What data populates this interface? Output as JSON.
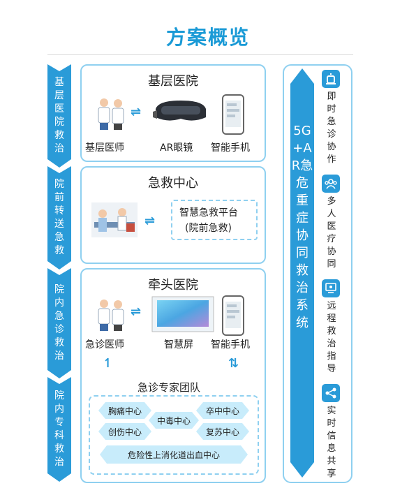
{
  "title": "方案概览",
  "stages": [
    "基层医院救治",
    "院前转送急救",
    "院内急诊救治",
    "院内专科救治"
  ],
  "primary_hospital": {
    "title": "基层医院",
    "labels": [
      "基层医师",
      "AR眼镜",
      "智能手机"
    ]
  },
  "emergency_center": {
    "title": "急救中心",
    "platform": "智慧急救平台",
    "platform_sub": "(院前急救)"
  },
  "lead_hospital": {
    "title": "牵头医院",
    "labels": [
      "急诊医师",
      "智慧屏",
      "智能手机"
    ],
    "team_title": "急诊专家团队",
    "centers": [
      "胸痛中心",
      "中毒中心",
      "卒中中心",
      "创伤中心",
      "复苏中心",
      "危险性上消化道出血中心"
    ]
  },
  "main_arrow_text": "5G+AR急危重症协同救治系统",
  "features": [
    {
      "icon": "alarm-icon",
      "text": "即时急诊协作"
    },
    {
      "icon": "team-icon",
      "text": "多人医疗协同"
    },
    {
      "icon": "remote-icon",
      "text": "远程救治指导"
    },
    {
      "icon": "share-icon",
      "text": "实时信息共享"
    }
  ],
  "colors": {
    "accent": "#2a9bd8",
    "title": "#1a9ad6",
    "border": "#8fd0f0",
    "hex_fill": "#c8ecfb"
  }
}
